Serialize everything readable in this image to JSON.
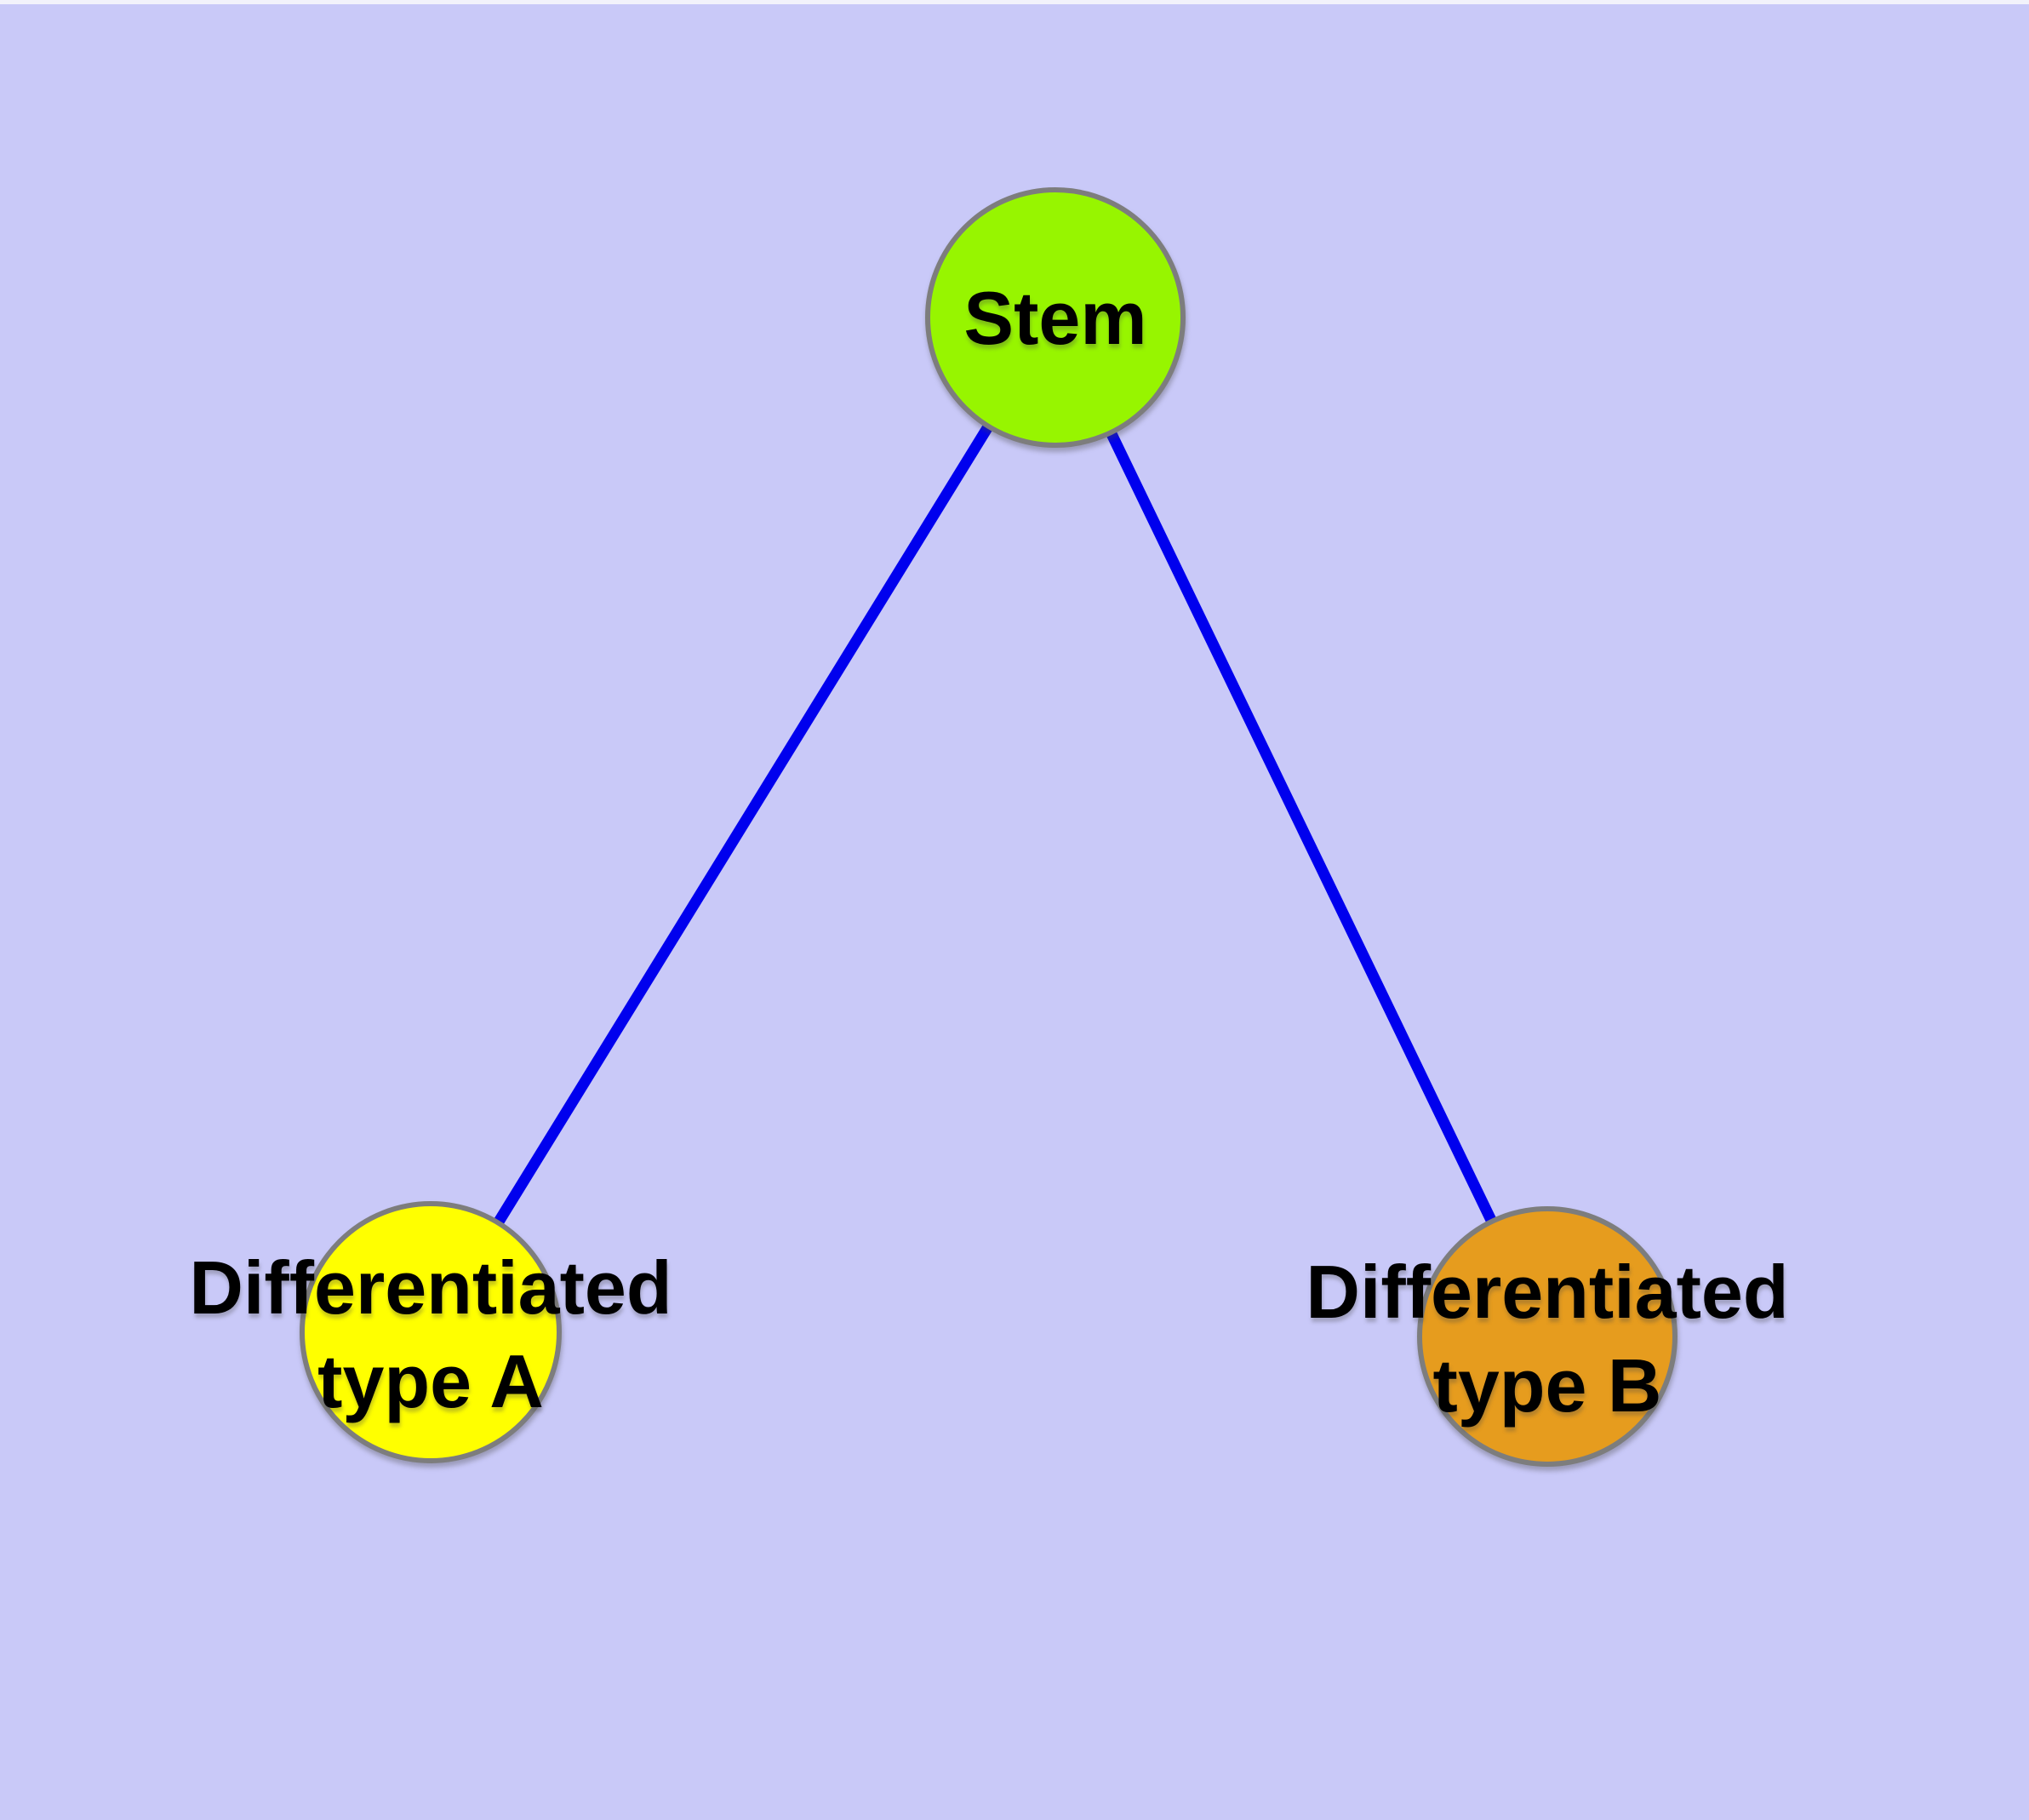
{
  "canvas": {
    "background_color": "#C9C9F8",
    "top_edge_color": "#F2F2FB"
  },
  "palette": {
    "edge_color": "#0000EE",
    "node_border_color": "#7D7D7D",
    "label_color": "#000000"
  },
  "nodes": {
    "stem": {
      "label": "Stem",
      "fill": "#97F500"
    },
    "type_a": {
      "line1": "Differentiated",
      "line2": "type A",
      "fill": "#FFFF00"
    },
    "type_b": {
      "line1": "Differentiated",
      "line2": "type B",
      "fill": "#E69C1E"
    }
  },
  "edges": [
    {
      "from": "Stem",
      "to": "Differentiated type A"
    },
    {
      "from": "Stem",
      "to": "Differentiated type B"
    }
  ]
}
